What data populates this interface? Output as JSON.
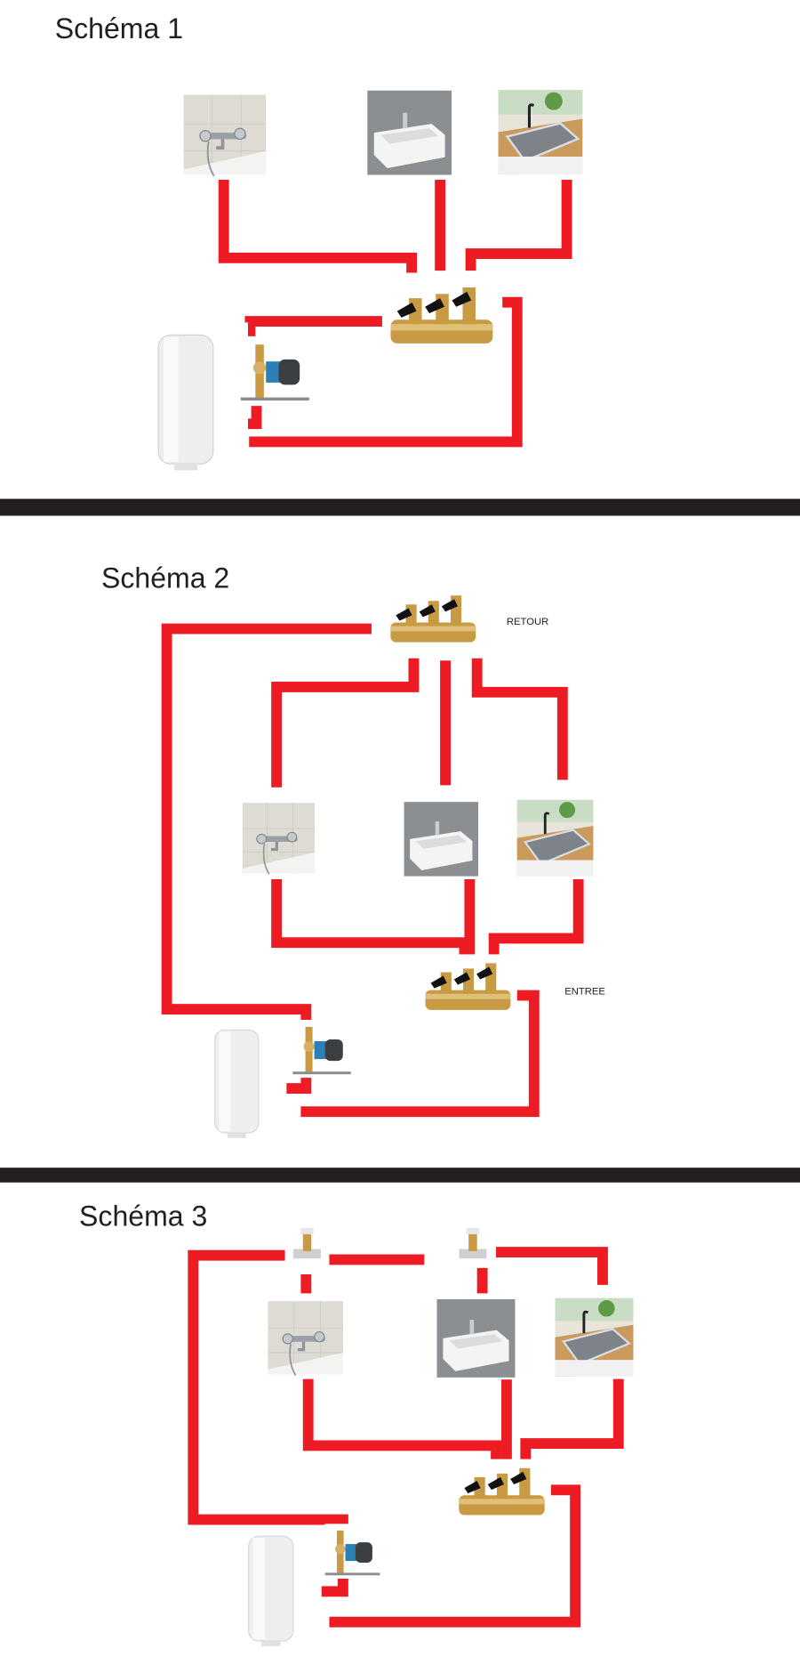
{
  "colors": {
    "pipe": "#ed1c24",
    "divider": "#231f20",
    "brass": "#c9a04a"
  },
  "schemas": [
    {
      "title": "Schéma 1"
    },
    {
      "title": "Schéma 2",
      "return_label": "RETOUR",
      "inlet_label": "ENTREE"
    },
    {
      "title": "Schéma 3"
    }
  ],
  "icons": [
    "bath-mixer-image",
    "washbasin-image",
    "kitchen-sink-image",
    "brass-manifold-image",
    "water-heater-image",
    "circulator-pump-image",
    "tee-valve-image"
  ]
}
